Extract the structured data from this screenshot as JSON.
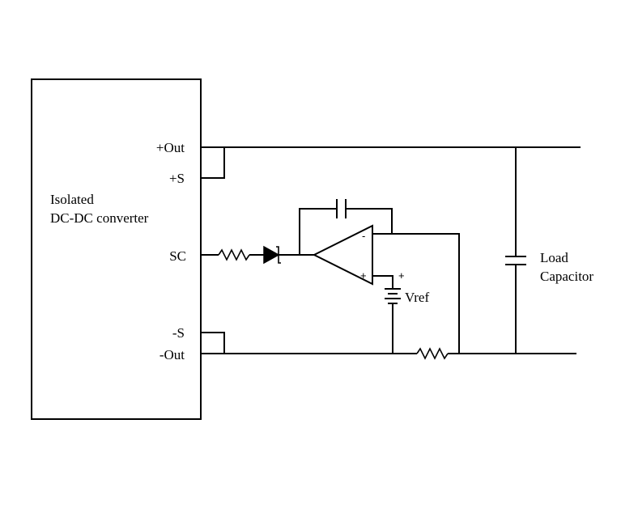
{
  "converter": {
    "title_line1": "Isolated",
    "title_line2": "DC-DC converter",
    "pins": {
      "pos_out": "+Out",
      "pos_sense": "+S",
      "sc": "SC",
      "neg_sense": "-S",
      "neg_out": "-Out"
    }
  },
  "opamp": {
    "minus_sign": "-",
    "plus_sign": "+"
  },
  "vref": {
    "label": "Vref",
    "polarity": "+"
  },
  "load": {
    "line1": "Load",
    "line2": "Capacitor"
  }
}
